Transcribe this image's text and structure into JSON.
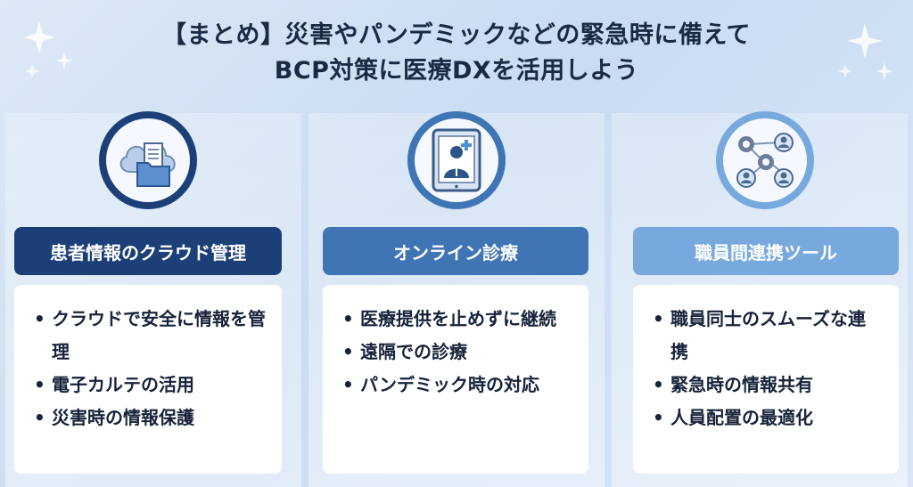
{
  "title": {
    "line1": "【まとめ】災害やパンデミックなどの緊急時に備えて",
    "line2": "BCP対策に医療DXを活用しよう"
  },
  "columns": [
    {
      "icon": "cloud-folder-icon",
      "heading": "患者情報のクラウド管理",
      "color": "#1c3f78",
      "items": [
        "クラウドで安全に情報を管理",
        "電子カルテの活用",
        "災害時の情報保護"
      ]
    },
    {
      "icon": "tablet-doctor-icon",
      "heading": "オンライン診療",
      "color": "#3f74b5",
      "items": [
        "医療提供を止めずに継続",
        "遠隔での診療",
        "パンデミック時の対応"
      ]
    },
    {
      "icon": "staff-network-icon",
      "heading": "職員間連携ツール",
      "color": "#78a9de",
      "items": [
        "職員同士のスムーズな連携",
        "緊急時の情報共有",
        "人員配置の最適化"
      ]
    }
  ]
}
